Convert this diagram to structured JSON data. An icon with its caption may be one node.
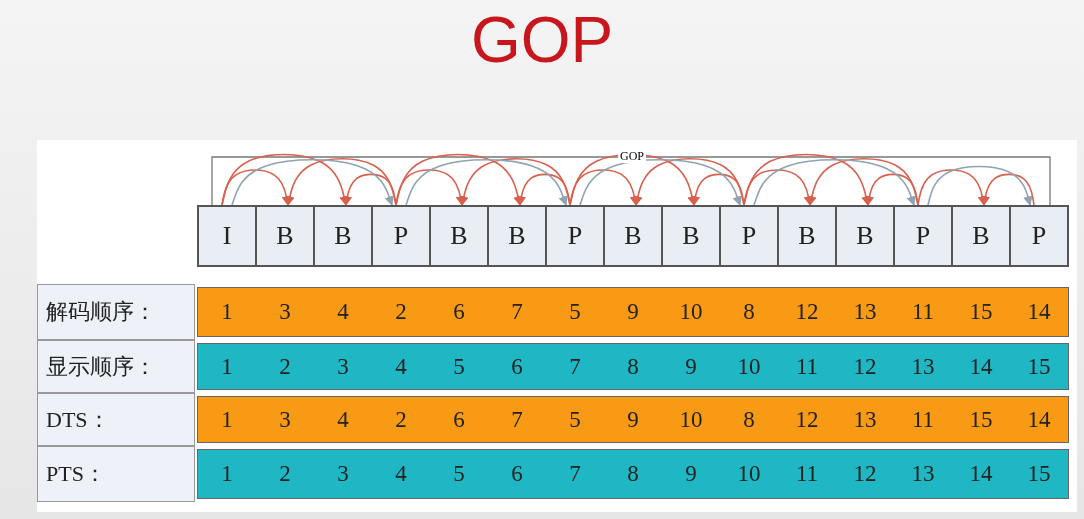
{
  "diagram": {
    "title": "GOP",
    "nodes": [
      {
        "text": [
          "I"
        ]
      },
      {
        "text": [
          "B"
        ]
      },
      {
        "text": [
          "B"
        ]
      },
      {
        "text": [
          "P"
        ]
      },
      {
        "text": [
          "B"
        ]
      },
      {
        "text": [
          "B"
        ]
      },
      {
        "text": [
          "P"
        ]
      },
      {
        "text": [
          "B"
        ]
      },
      {
        "text": [
          "B"
        ]
      },
      {
        "text": [
          "P"
        ]
      },
      {
        "text": [
          "B"
        ]
      },
      {
        "text": [
          "B"
        ]
      },
      {
        "text": [
          "P"
        ]
      },
      {
        "text": [
          "B"
        ]
      },
      {
        "text": [
          "P"
        ]
      }
    ],
    "edges": [
      {
        "from": 0,
        "to": 1,
        "arrow": "to"
      },
      {
        "from": 0,
        "to": 2,
        "arrow": "to"
      },
      {
        "from": 3,
        "to": 1,
        "arrow": "to"
      },
      {
        "from": 3,
        "to": 2,
        "arrow": "to"
      },
      {
        "from": 0,
        "to": 3,
        "arrow": "to",
        "color": "#8fa3b2"
      },
      {
        "from": 3,
        "to": 4,
        "arrow": "to"
      },
      {
        "from": 3,
        "to": 5,
        "arrow": "to"
      },
      {
        "from": 6,
        "to": 4,
        "arrow": "to"
      },
      {
        "from": 6,
        "to": 5,
        "arrow": "to"
      },
      {
        "from": 3,
        "to": 6,
        "arrow": "to",
        "color": "#8fa3b2"
      },
      {
        "from": 6,
        "to": 7,
        "arrow": "to"
      },
      {
        "from": 6,
        "to": 8,
        "arrow": "to"
      },
      {
        "from": 9,
        "to": 7,
        "arrow": "to"
      },
      {
        "from": 9,
        "to": 8,
        "arrow": "to"
      },
      {
        "from": 6,
        "to": 9,
        "arrow": "to",
        "color": "#8fa3b2"
      },
      {
        "from": 9,
        "to": 10,
        "arrow": "to"
      },
      {
        "from": 9,
        "to": 11,
        "arrow": "to"
      },
      {
        "from": 12,
        "to": 10,
        "arrow": "to"
      },
      {
        "from": 12,
        "to": 11,
        "arrow": "to"
      },
      {
        "from": 9,
        "to": 12,
        "arrow": "to",
        "color": "#8fa3b2"
      },
      {
        "from": 12,
        "to": 13,
        "arrow": "to"
      },
      {
        "from": 14,
        "to": 13,
        "arrow": "to"
      },
      {
        "from": 12,
        "to": 14,
        "arrow": "to",
        "color": "#8fa3b2"
      }
    ],
    "labels": [
      "GOP",
      "解码顺序：",
      "1",
      "3",
      "4",
      "2",
      "6",
      "7",
      "5",
      "9",
      "10",
      "8",
      "12",
      "13",
      "11",
      "15",
      "14",
      "显示顺序：",
      "1",
      "2",
      "3",
      "4",
      "5",
      "6",
      "7",
      "8",
      "9",
      "10",
      "11",
      "12",
      "13",
      "14",
      "15",
      "DTS：",
      "1",
      "3",
      "4",
      "2",
      "6",
      "7",
      "5",
      "9",
      "10",
      "8",
      "12",
      "13",
      "11",
      "15",
      "14",
      "PTS：",
      "1",
      "2",
      "3",
      "4",
      "5",
      "6",
      "7",
      "8",
      "9",
      "10",
      "11",
      "12",
      "13",
      "14",
      "15"
    ]
  }
}
